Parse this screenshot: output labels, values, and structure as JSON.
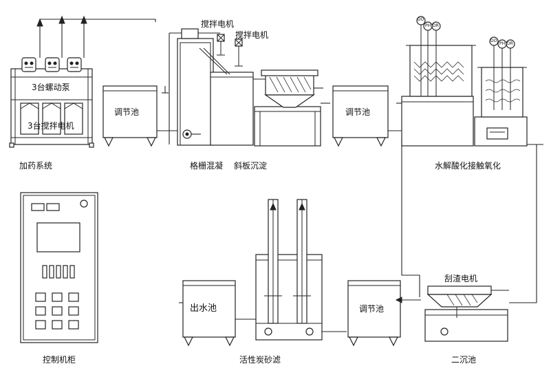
{
  "labels": {
    "dosing_system": "加药系统",
    "screw_pumps": "3台螺动泵",
    "stir_motors_3": "3台搅拌电机",
    "regulating_tank_1": "调节池",
    "stir_motor_a": "搅拌电机",
    "stir_motor_b": "搅拌电机",
    "grille_mix": "格栅混凝",
    "inclined_plate": "斜板沉淀",
    "regulating_tank_2": "调节池",
    "hydrolysis_oxidation": "水解酸化接触氧化",
    "control_cabinet": "控制机柜",
    "outlet_tank": "出水池",
    "carbon_filter": "活性炭砂滤",
    "regulating_tank_3": "调节池",
    "scraper_motor": "刮渣电机",
    "secondary_settling": "二沉池"
  },
  "probes": [
    "DO",
    "PH",
    "DR",
    "DO",
    "PH",
    "DR"
  ]
}
